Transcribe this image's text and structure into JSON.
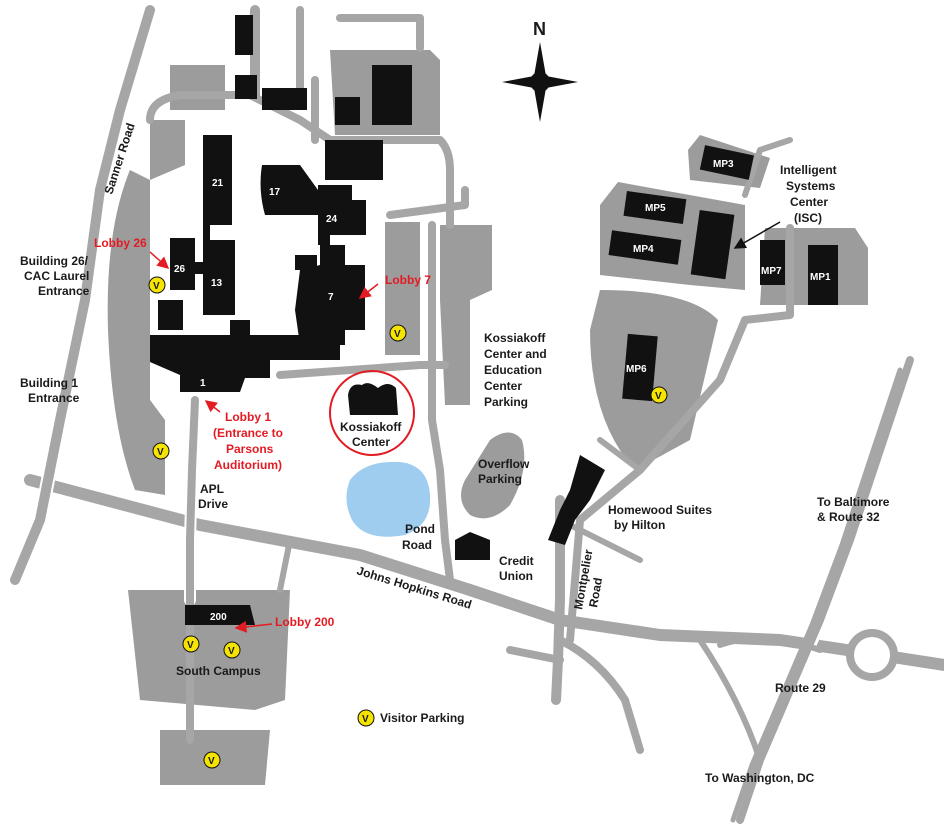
{
  "colors": {
    "road": "#a6a6a6",
    "road_edge": "#ffffff",
    "lot": "#9c9c9c",
    "building": "#111111",
    "water": "#9fcdf0",
    "lobby_red": "#e31b23",
    "visitor_fill": "#f5e300",
    "center_ring": "#e31b23"
  },
  "compass": {
    "north_label": "N",
    "icon": "compass-rose-icon"
  },
  "buildings": {
    "b21": "21",
    "b17": "17",
    "b24": "24",
    "b26": "26",
    "b13": "13",
    "b7": "7",
    "b1": "1",
    "b200": "200",
    "mp3": "MP3",
    "mp5": "MP5",
    "mp4": "MP4",
    "mp6": "MP6",
    "mp7": "MP7",
    "mp1": "MP1"
  },
  "labels": {
    "sanner_road": "Sanner Road",
    "building26_l1": "Building 26/",
    "building26_l2": "CAC Laurel",
    "building26_l3": "Entrance",
    "building1_l1": "Building 1",
    "building1_l2": "Entrance",
    "apl_drive_l1": "APL",
    "apl_drive_l2": "Drive",
    "kossiakoff_center_l1": "Kossiakoff",
    "kossiakoff_center_l2": "Center",
    "kcec_parking_l1": "Kossiakoff",
    "kcec_parking_l2": "Center and",
    "kcec_parking_l3": "Education",
    "kcec_parking_l4": "Center",
    "kcec_parking_l5": "Parking",
    "overflow_l1": "Overflow",
    "overflow_l2": "Parking",
    "pond_road_l1": "Pond",
    "pond_road_l2": "Road",
    "credit_union_l1": "Credit",
    "credit_union_l2": "Union",
    "johns_hopkins_road": "Johns Hopkins Road",
    "montpelier_l1": "Montpelier",
    "montpelier_l2": "Road",
    "homewood_l1": "Homewood Suites",
    "homewood_l2": "by Hilton",
    "isc_l1": "Intelligent",
    "isc_l2": "Systems",
    "isc_l3": "Center",
    "isc_l4": "(ISC)",
    "baltimore_l1": "To Baltimore",
    "baltimore_l2": "& Route 32",
    "route29": "Route 29",
    "washington": "To Washington, DC",
    "south_campus": "South Campus",
    "visitor_parking": "Visitor Parking"
  },
  "lobbies": {
    "lobby26": "Lobby 26",
    "lobby7": "Lobby 7",
    "lobby1_l1": "Lobby 1",
    "lobby1_l2": "(Entrance to",
    "lobby1_l3": "Parsons",
    "lobby1_l4": "Auditorium)",
    "lobby200": "Lobby 200"
  },
  "visitor_marker": "V"
}
